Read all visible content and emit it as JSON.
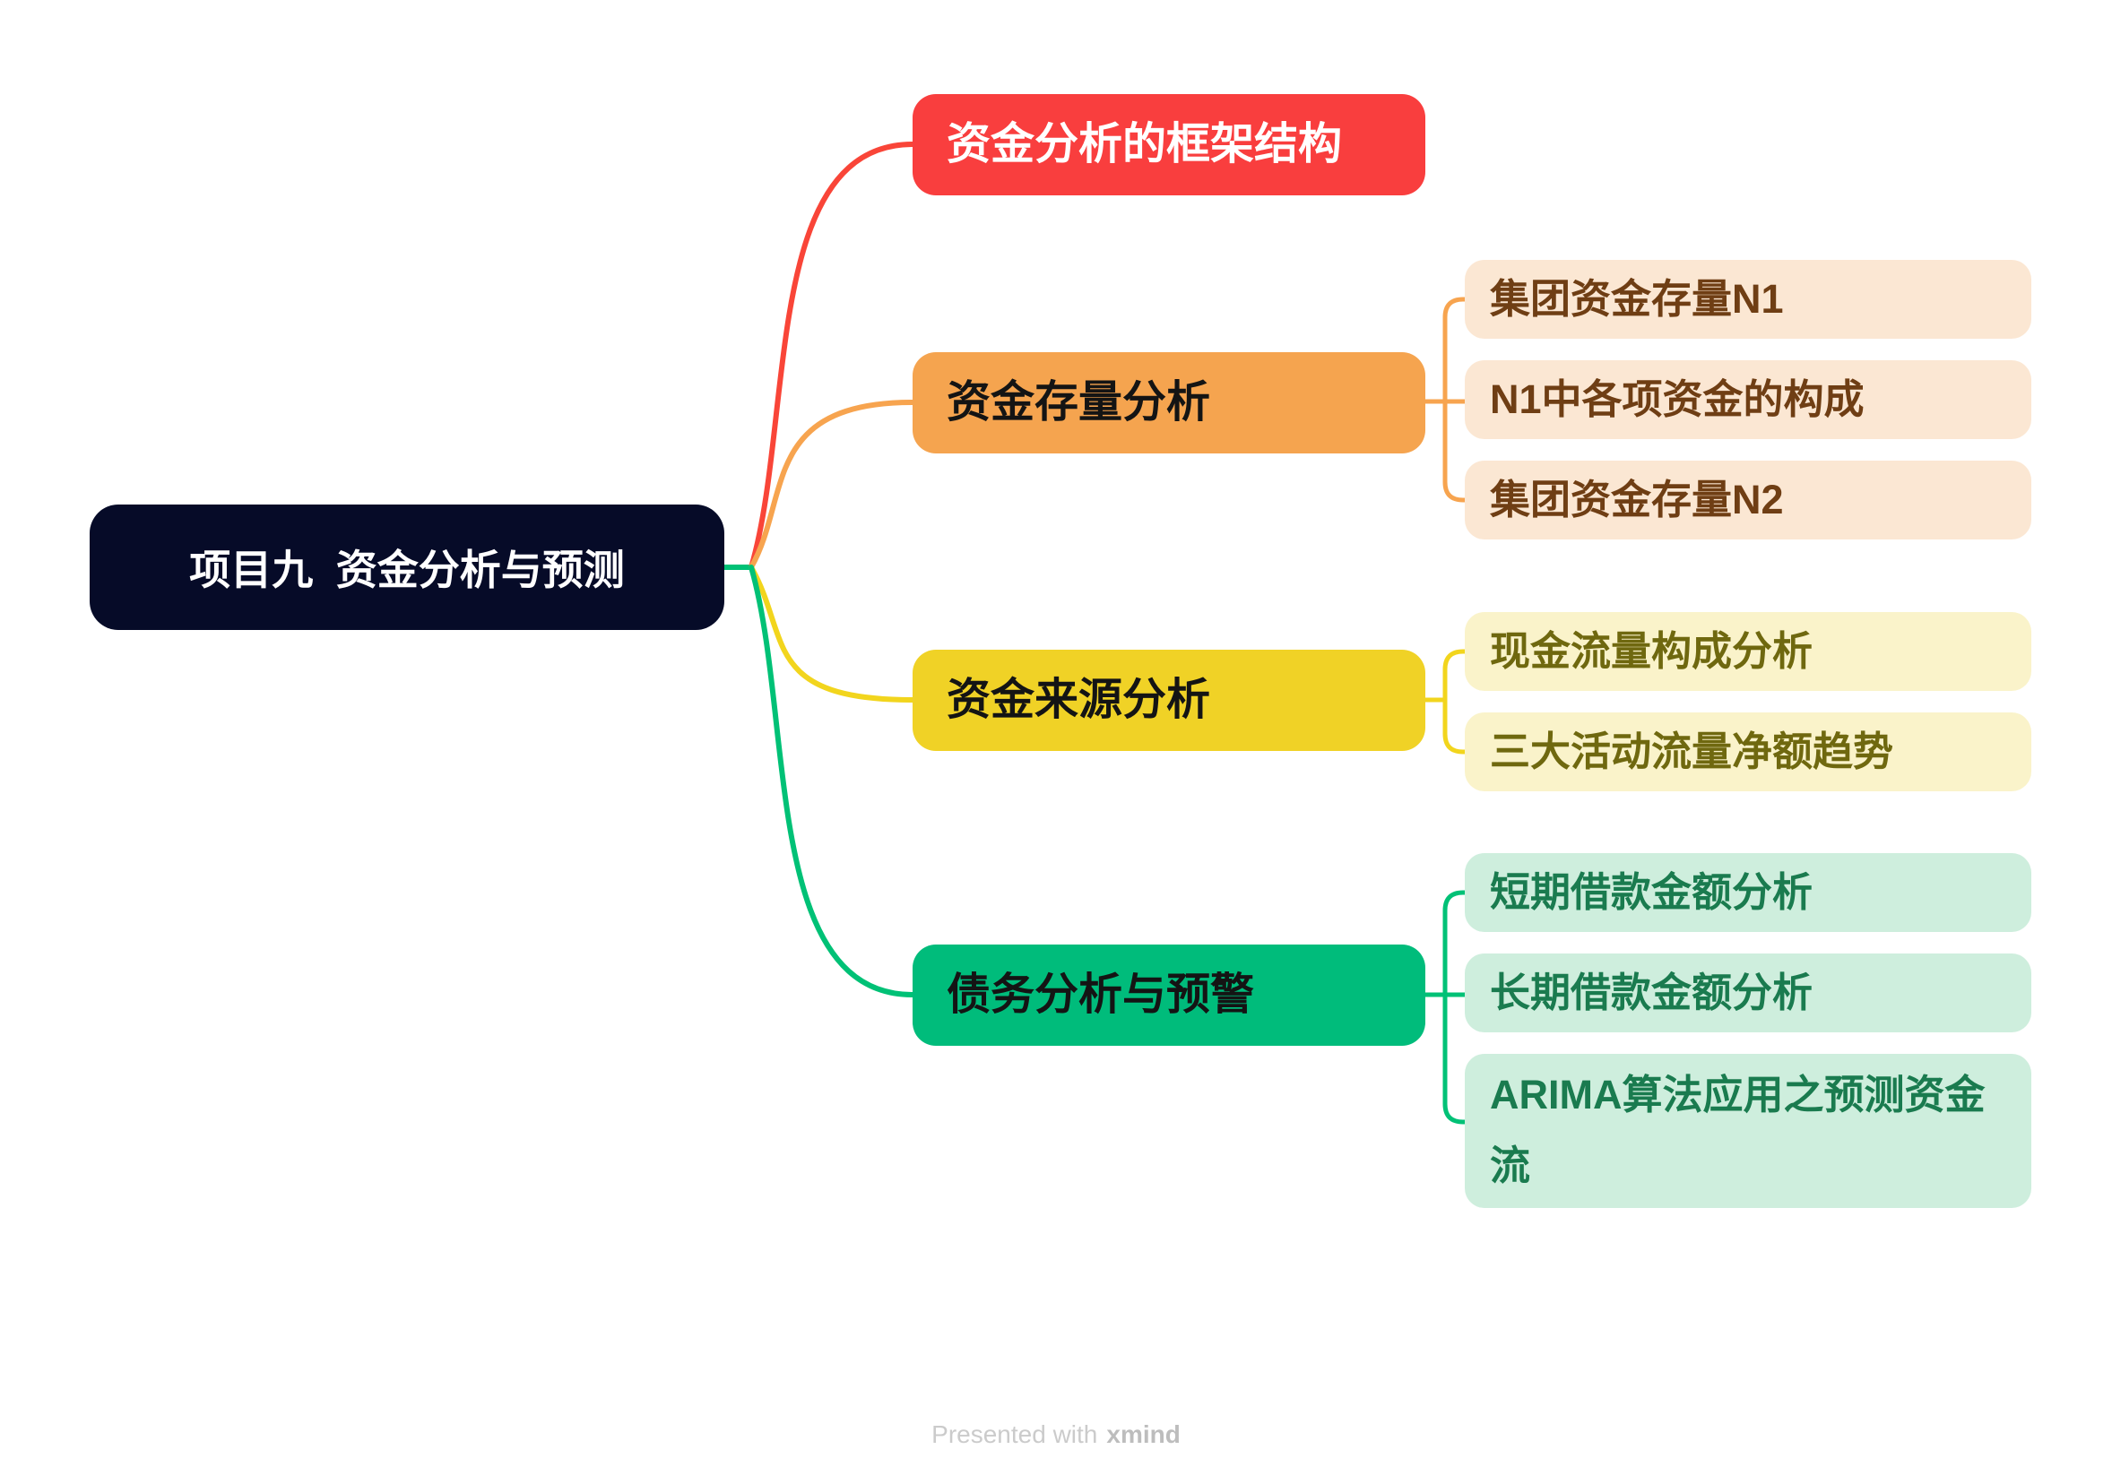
{
  "root": {
    "label": "项目九  资金分析与预测"
  },
  "branches": [
    {
      "label": "资金分析的框架结构",
      "color": "#F93E3E",
      "text_color": "#FFFFFF",
      "children": []
    },
    {
      "label": "资金存量分析",
      "color": "#F5A44F",
      "text_color": "#141414",
      "child_bg": "#FBE7D3",
      "child_text_color": "#6F3E14",
      "children": [
        "集团资金存量N1",
        "N1中各项资金的构成",
        "集团资金存量N2"
      ]
    },
    {
      "label": "资金来源分析",
      "color": "#F0D226",
      "text_color": "#141414",
      "child_bg": "#FAF3CA",
      "child_text_color": "#6F680F",
      "children": [
        "现金流量构成分析",
        "三大活动流量净额趋势"
      ]
    },
    {
      "label": "债务分析与预警",
      "color": "#00BC7B",
      "text_color": "#141414",
      "child_bg": "#CEEEDD",
      "child_text_color": "#1A7B4F",
      "children": [
        "短期借款金额分析",
        "长期借款金额分析",
        "ARIMA算法应用之预测资金流"
      ]
    }
  ],
  "colors": {
    "background": "#FFFFFF",
    "root_bg": "#060B28",
    "root_text": "#FFFFFF",
    "connector_red": "#F94538",
    "connector_orange": "#F7A44F",
    "connector_yellow": "#F2D51D",
    "connector_green": "#00C176"
  },
  "footer": {
    "prefix": "Presented with",
    "brand": "xmind"
  }
}
